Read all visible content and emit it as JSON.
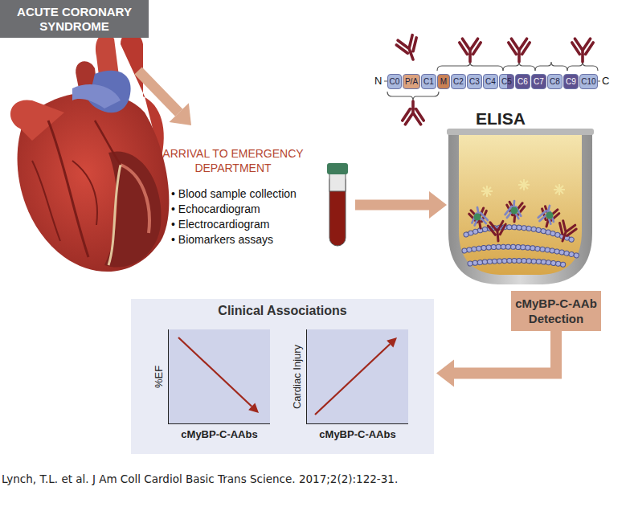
{
  "diagram": {
    "caption": "Lynch, T.L. et al. J Am Coll Cardiol Basic Trans Science. 2017;2(2):122-31.",
    "nodes": [
      {
        "text": [
          "ACUTE CORONARY SYNDROME"
        ]
      },
      {
        "text": [
          "C0"
        ]
      },
      {
        "text": [
          "P/A"
        ]
      },
      {
        "text": [
          "C1"
        ]
      },
      {
        "text": [
          "M"
        ]
      },
      {
        "text": [
          "C2"
        ]
      },
      {
        "text": [
          "C3"
        ]
      },
      {
        "text": [
          "C4"
        ]
      },
      {
        "text": [
          "C5"
        ]
      },
      {
        "text": [
          "C6"
        ]
      },
      {
        "text": [
          "C7"
        ]
      },
      {
        "text": [
          "C8"
        ]
      },
      {
        "text": [
          "C9"
        ]
      },
      {
        "text": [
          "C10"
        ]
      },
      {
        "text": [
          "cMyBP-C-AAb Detection"
        ]
      },
      {
        "text": [
          "Clinical Associations"
        ]
      },
      {
        "text": [
          "%EF",
          "cMyBP-C-AAbs"
        ],
        "in": 15
      },
      {
        "text": [
          "Cardiac Injury",
          "cMyBP-C-AAbs"
        ],
        "in": 15
      }
    ],
    "edges": [
      {
        "from": 14,
        "to": 15,
        "arrow": "to"
      }
    ],
    "labels": [
      "ARRIVAL TO EMERGENCY DEPARTMENT",
      "• Blood sample collection",
      "• Echocardiogram",
      "• Electrocardiogram",
      "• Biomarkers assays",
      "N",
      "C",
      "ELISA"
    ]
  }
}
